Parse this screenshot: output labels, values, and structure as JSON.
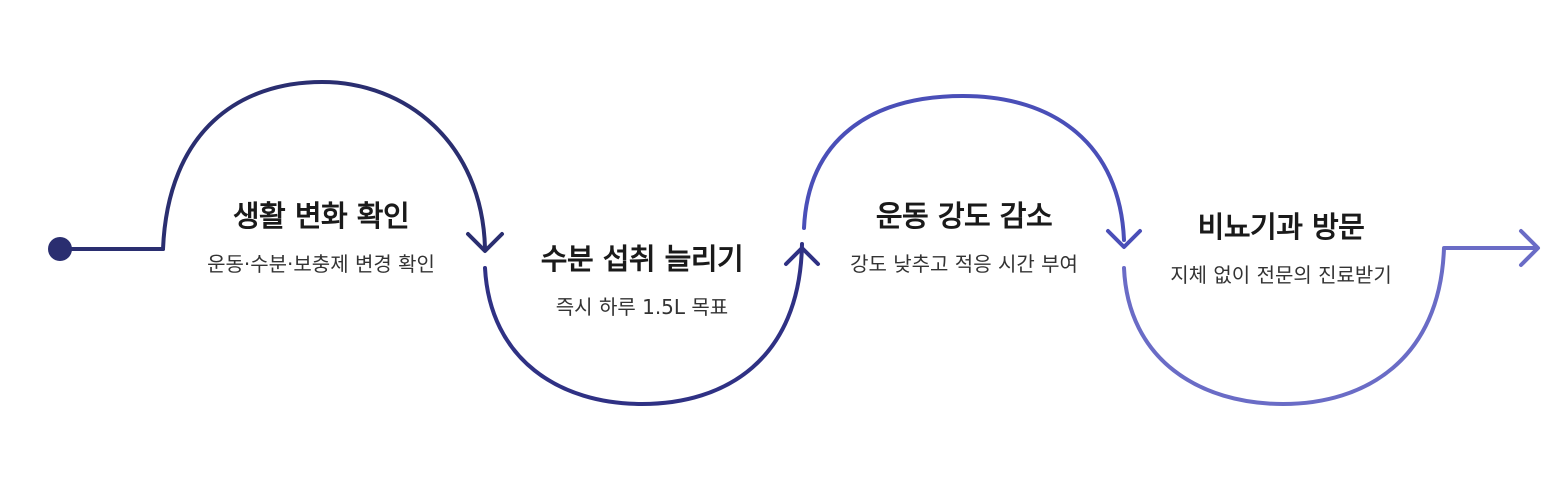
{
  "steps": [
    {
      "title": "생활 변화 확인",
      "desc": "운동·수분·보충제 변경 확인",
      "color": "#2a2e70"
    },
    {
      "title": "수분 섭취 늘리기",
      "desc": "즉시 하루 1.5L 목표",
      "color": "#2f3184"
    },
    {
      "title": "운동 강도 감소",
      "desc": "강도 낮추고 적응 시간 부여",
      "color": "#4a4fb8"
    },
    {
      "title": "비뇨기과 방문",
      "desc": "지체 없이 전문의 진료받기",
      "color": "#6a6cc6"
    }
  ]
}
